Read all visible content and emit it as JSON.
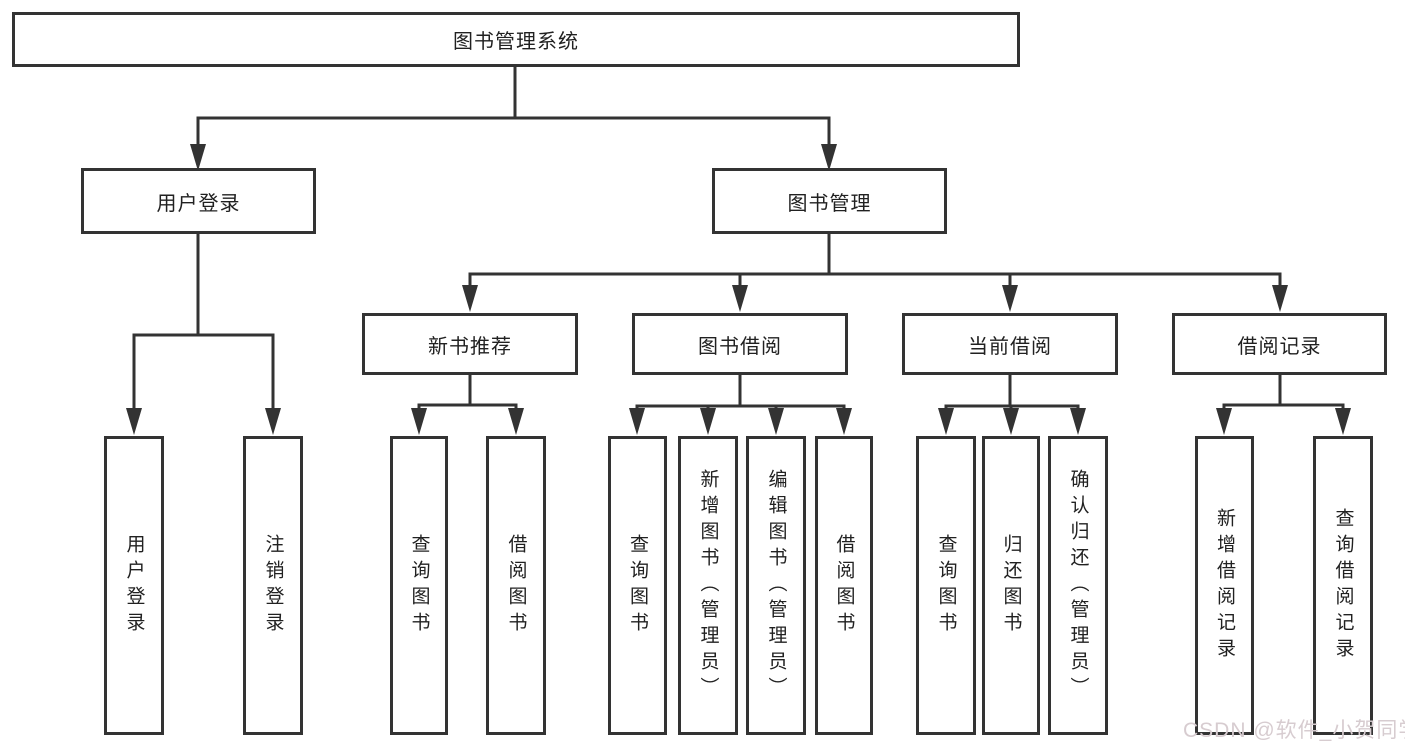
{
  "nodes": {
    "root": "图书管理系统",
    "user_login": "用户登录",
    "book_mgmt": "图书管理",
    "new_book": "新书推荐",
    "book_borrow": "图书借阅",
    "current_borrow": "当前借阅",
    "borrow_records": "借阅记录",
    "login_children": [
      "用户登录",
      "注销登录"
    ],
    "new_book_children": [
      "查询图书",
      "借阅图书"
    ],
    "book_borrow_children": [
      "查询图书",
      "新增图书（管理员）",
      "编辑图书（管理员）",
      "借阅图书"
    ],
    "current_borrow_children": [
      "查询图书",
      "归还图书",
      "确认归还（管理员）"
    ],
    "borrow_records_children": [
      "新增借阅记录",
      "查询借阅记录"
    ]
  },
  "colors": {
    "line": "#333333",
    "box_border": "#333333",
    "text": "#212121",
    "watermark": "#d7ccd0",
    "background": "#ffffff"
  },
  "watermark": "CSDN @软件_小贺同学"
}
